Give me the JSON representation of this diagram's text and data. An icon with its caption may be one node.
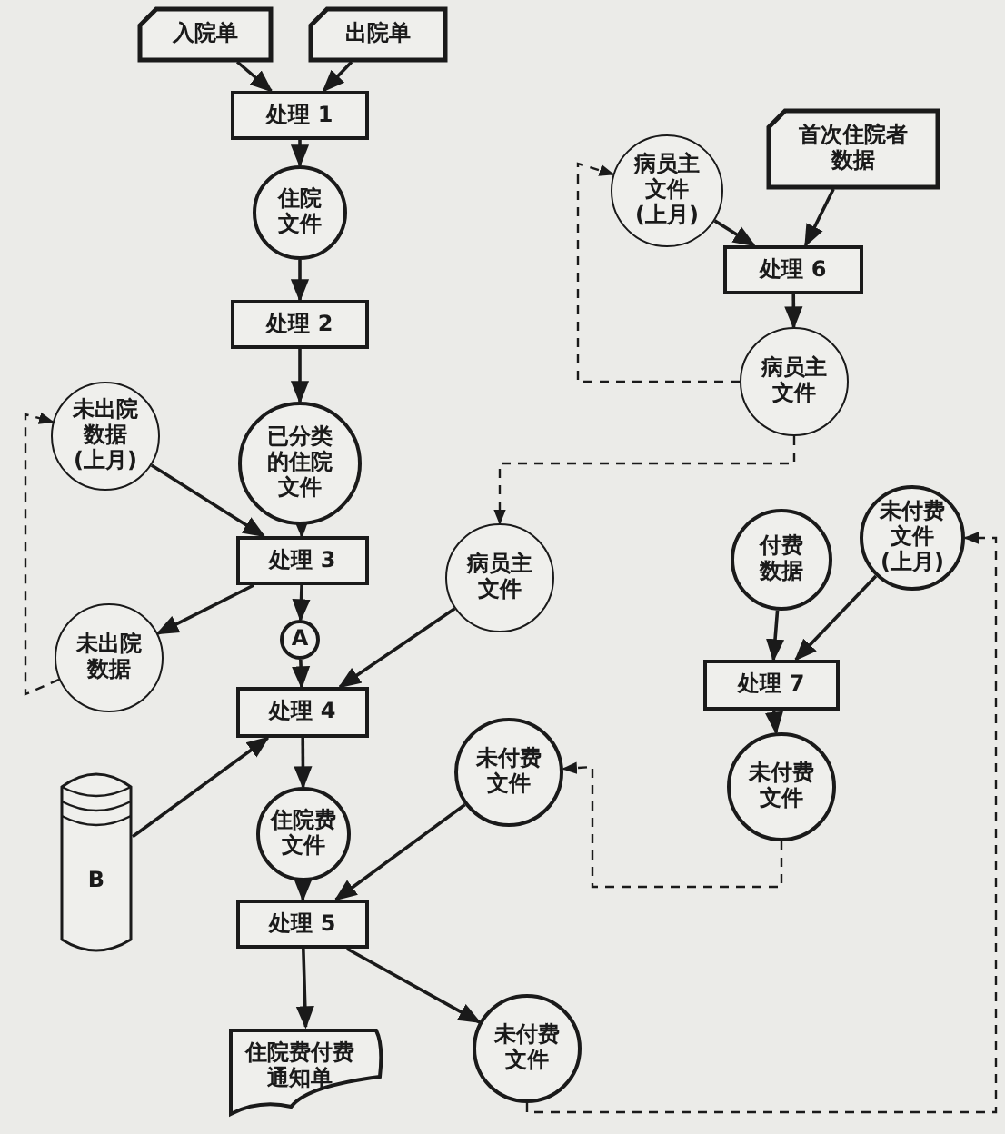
{
  "diagram": {
    "nodes": [
      {
        "text": [
          "入院单"
        ]
      },
      {
        "text": [
          "出院单"
        ]
      },
      {
        "text": [
          "处理 1"
        ]
      },
      {
        "text": [
          "住院文件"
        ]
      },
      {
        "text": [
          "处理 2"
        ]
      },
      {
        "text": [
          "已分类的住院文件"
        ]
      },
      {
        "text": [
          "未出院数据(上月)"
        ]
      },
      {
        "text": [
          "处理 3"
        ]
      },
      {
        "text": [
          "A"
        ]
      },
      {
        "text": [
          "未出院数据"
        ]
      },
      {
        "text": [
          "病员主文件"
        ]
      },
      {
        "text": [
          "处理 4"
        ]
      },
      {
        "text": [
          "B"
        ]
      },
      {
        "text": [
          "住院费文件"
        ]
      },
      {
        "text": [
          "未付费文件"
        ]
      },
      {
        "text": [
          "处理 5"
        ]
      },
      {
        "text": [
          "住院费付费通知单"
        ]
      },
      {
        "text": [
          "未付费文件"
        ]
      },
      {
        "text": [
          "病员主文件(上月)"
        ]
      },
      {
        "text": [
          "首次住院者数据"
        ]
      },
      {
        "text": [
          "处理 6"
        ]
      },
      {
        "text": [
          "病员主文件"
        ]
      },
      {
        "text": [
          "付费数据"
        ]
      },
      {
        "text": [
          "未付费文件(上月)"
        ]
      },
      {
        "text": [
          "处理 7"
        ]
      },
      {
        "text": [
          "未付费文件"
        ]
      }
    ],
    "edges": [
      {
        "from": 0,
        "to": 2,
        "arrow": "to"
      },
      {
        "from": 1,
        "to": 2,
        "arrow": "to"
      },
      {
        "from": 2,
        "to": 3,
        "arrow": "to"
      },
      {
        "from": 3,
        "to": 4,
        "arrow": "to"
      },
      {
        "from": 4,
        "to": 5,
        "arrow": "to"
      },
      {
        "from": 5,
        "to": 7,
        "arrow": "to"
      },
      {
        "from": 6,
        "to": 7,
        "arrow": "to"
      },
      {
        "from": 7,
        "to": 9,
        "arrow": "to"
      },
      {
        "from": 7,
        "to": 8,
        "arrow": "to"
      },
      {
        "from": 8,
        "to": 11,
        "arrow": "to"
      },
      {
        "from": 10,
        "to": 11,
        "arrow": "to"
      },
      {
        "from": 12,
        "to": 11,
        "arrow": "to"
      },
      {
        "from": 11,
        "to": 13,
        "arrow": "to"
      },
      {
        "from": 13,
        "to": 15,
        "arrow": "to"
      },
      {
        "from": 14,
        "to": 15,
        "arrow": "to"
      },
      {
        "from": 15,
        "to": 16,
        "arrow": "to"
      },
      {
        "from": 15,
        "to": 17,
        "arrow": "to"
      },
      {
        "from": 9,
        "to": 6,
        "arrow": "to",
        "style": "dashed"
      },
      {
        "from": 18,
        "to": 20,
        "arrow": "to"
      },
      {
        "from": 19,
        "to": 20,
        "arrow": "to"
      },
      {
        "from": 20,
        "to": 21,
        "arrow": "to"
      },
      {
        "from": 21,
        "to": 18,
        "arrow": "to",
        "style": "dashed"
      },
      {
        "from": 21,
        "to": 10,
        "arrow": "to",
        "style": "dashed"
      },
      {
        "from": 22,
        "to": 24,
        "arrow": "to"
      },
      {
        "from": 23,
        "to": 24,
        "arrow": "to"
      },
      {
        "from": 24,
        "to": 25,
        "arrow": "to"
      },
      {
        "from": 25,
        "to": 14,
        "arrow": "to",
        "style": "dashed"
      },
      {
        "from": 17,
        "to": 23,
        "arrow": "to",
        "style": "dashed"
      }
    ]
  }
}
